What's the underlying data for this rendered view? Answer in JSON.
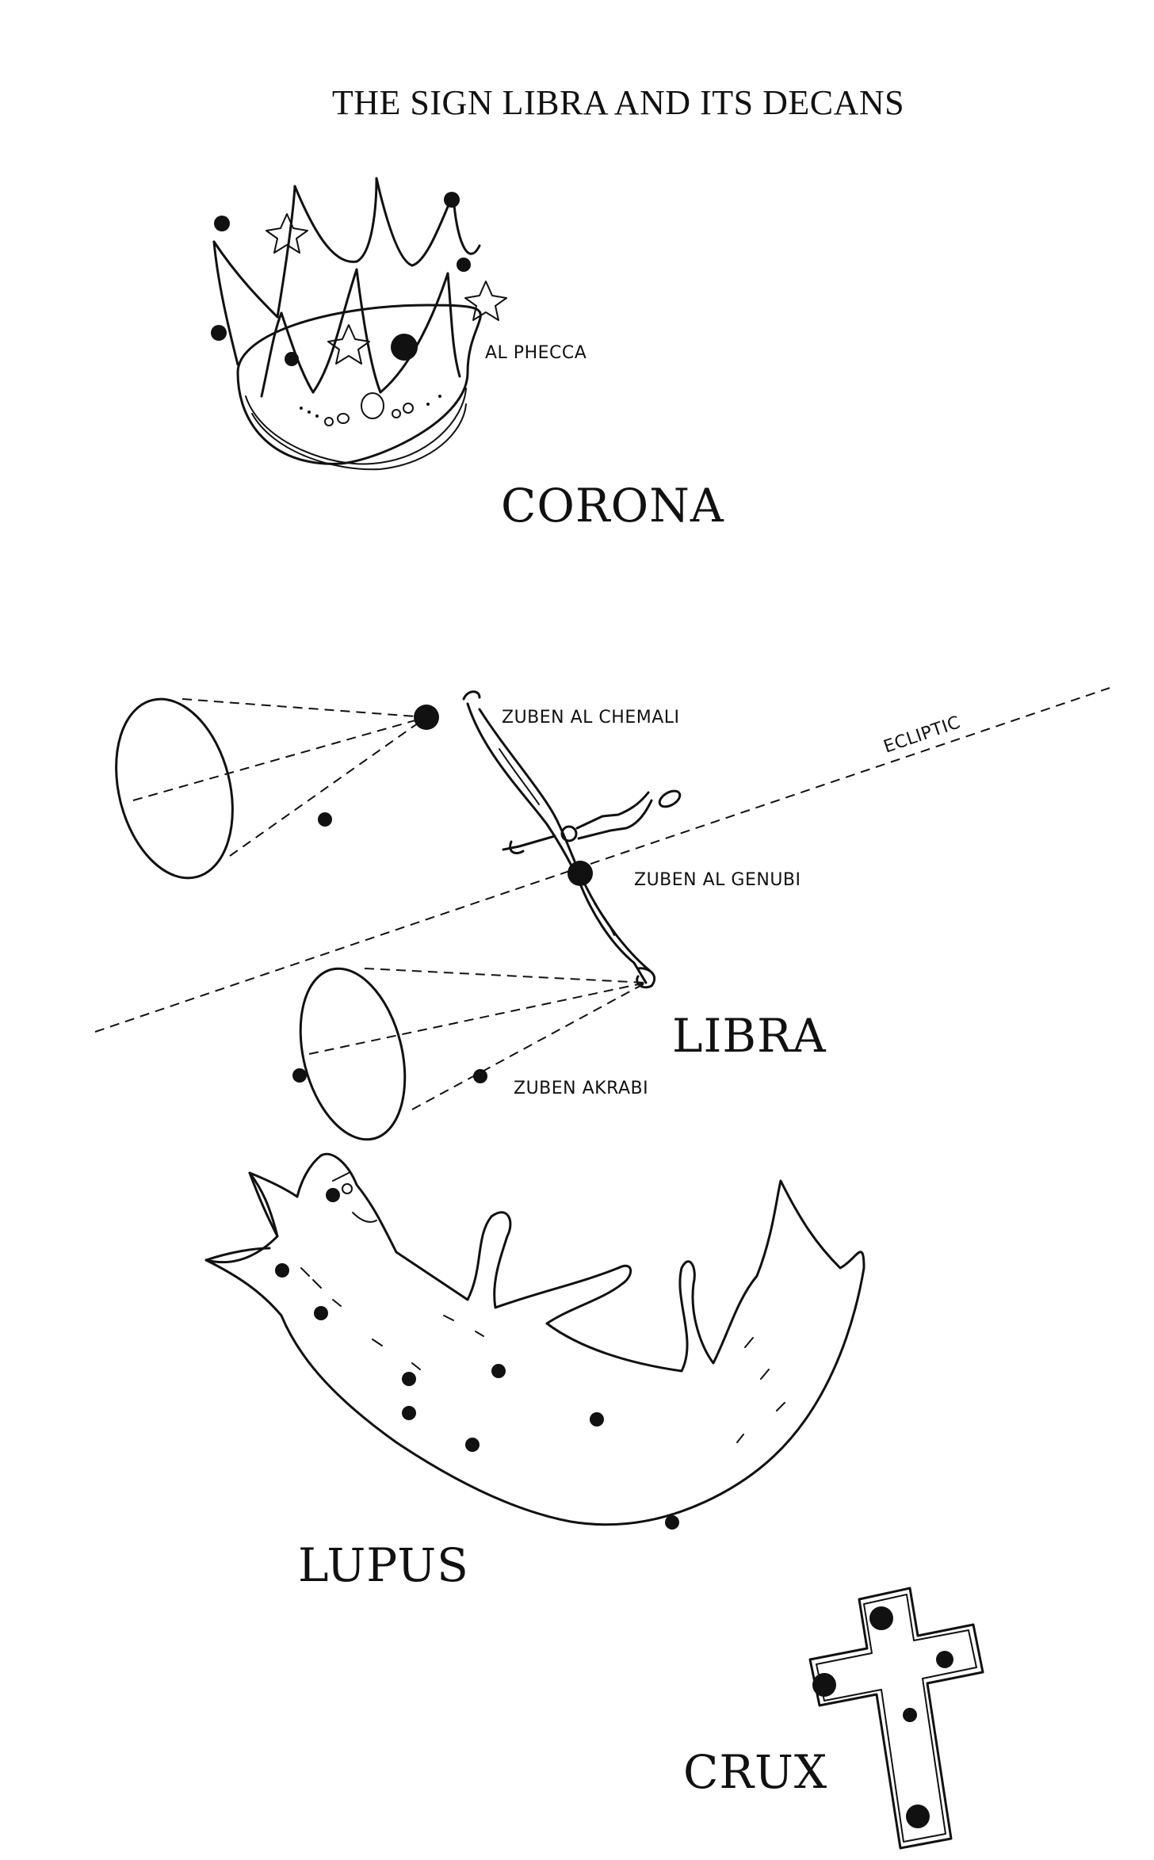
{
  "title": "THE SIGN LIBRA AND ITS DECANS",
  "constellations": {
    "corona": "CORONA",
    "libra": "LIBRA",
    "lupus": "LUPUS",
    "crux": "CRUX"
  },
  "stars": {
    "al_phecca": "AL PHECCA",
    "zuben_al_chemali": "ZUBEN AL CHEMALI",
    "zuben_al_genubi": "ZUBEN AL GENUBI",
    "zuben_akrabi": "ZUBEN AKRABI"
  },
  "ecliptic_label": "ECLIPTIC",
  "colors": {
    "ink": "#111111",
    "paper": "#ffffff"
  }
}
